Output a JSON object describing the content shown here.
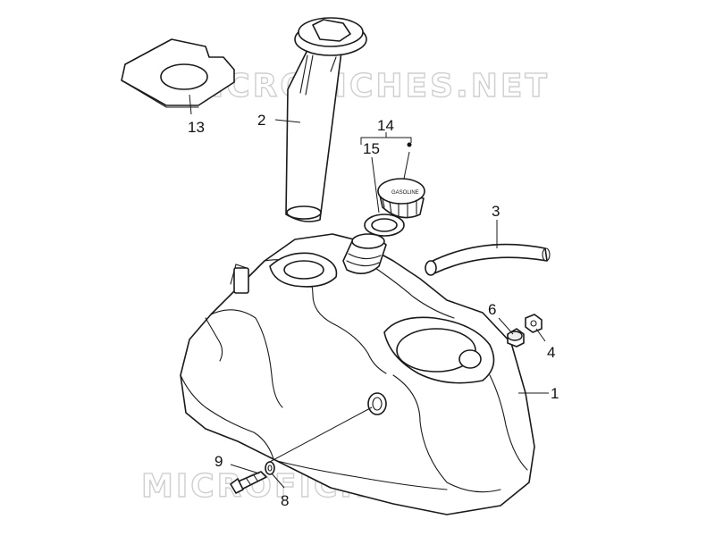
{
  "watermark": {
    "text": "MICROFICHES.NET",
    "color": "#cfcfcf"
  },
  "cap_label": "GASOLINE",
  "callouts": [
    {
      "id": "c13",
      "label": "13"
    },
    {
      "id": "c2",
      "label": "2"
    },
    {
      "id": "c14",
      "label": "14"
    },
    {
      "id": "c15",
      "label": "15"
    },
    {
      "id": "c3",
      "label": "3"
    },
    {
      "id": "c6",
      "label": "6"
    },
    {
      "id": "c4",
      "label": "4"
    },
    {
      "id": "c1",
      "label": "1"
    },
    {
      "id": "c9",
      "label": "9"
    },
    {
      "id": "c8",
      "label": "8"
    }
  ]
}
